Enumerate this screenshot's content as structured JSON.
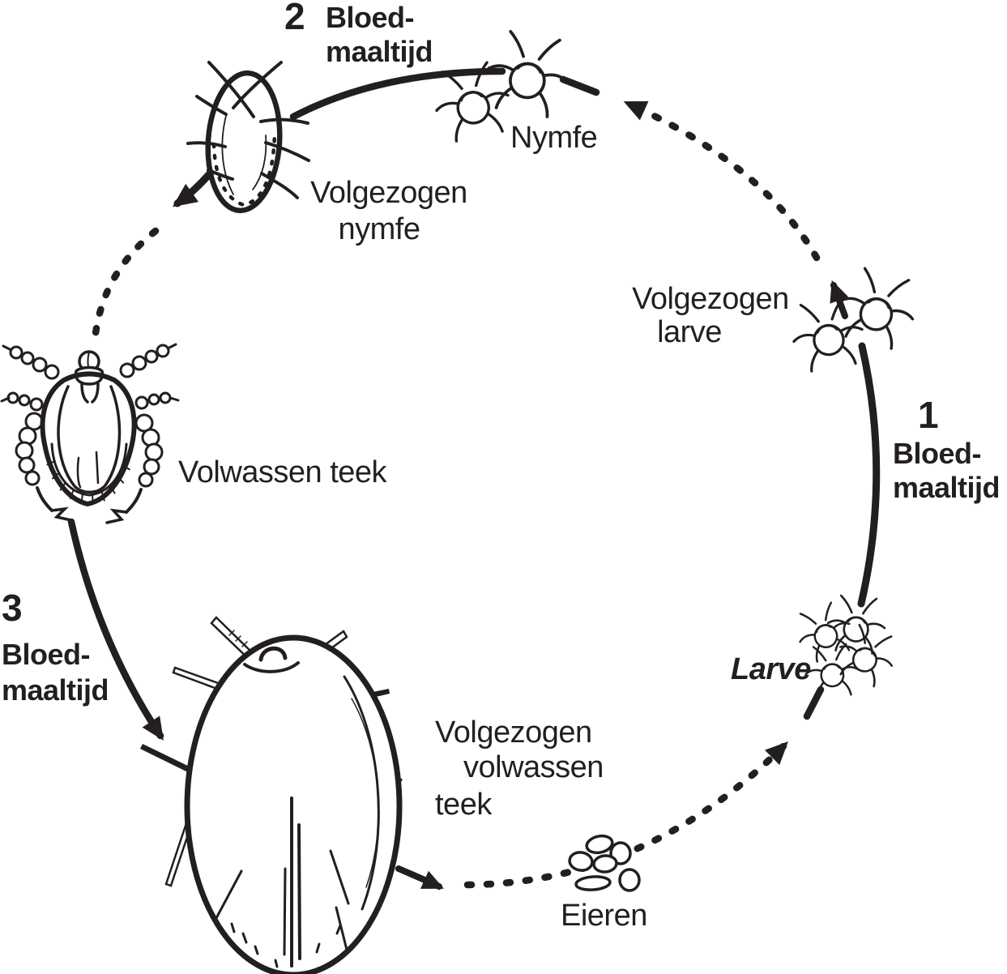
{
  "figure": {
    "background_color": "#ffffff",
    "ink_color": "#231f20"
  },
  "stages": {
    "nymfe": {
      "label": "Nymfe"
    },
    "volgezogen_nymfe": {
      "line1": "Volgezogen",
      "line2": "nymfe"
    },
    "volwassen_teek": {
      "label": "Volwassen teek"
    },
    "volgezogen_volwassen_teek": {
      "line1": "Volgezogen",
      "line2": "volwassen",
      "line3": "teek"
    },
    "eieren": {
      "label": "Eieren"
    },
    "larve": {
      "label": "Larve"
    },
    "volgezogen_larve": {
      "line1": "Volgezogen",
      "line2": "larve"
    }
  },
  "steps": {
    "step1": {
      "number": "1",
      "line1": "Bloed-",
      "line2": "maaltijd"
    },
    "step2": {
      "number": "2",
      "line1": "Bloed-",
      "line2": "maaltijd"
    },
    "step3": {
      "number": "3",
      "line1": "Bloed-",
      "line2": "maaltijd"
    }
  }
}
